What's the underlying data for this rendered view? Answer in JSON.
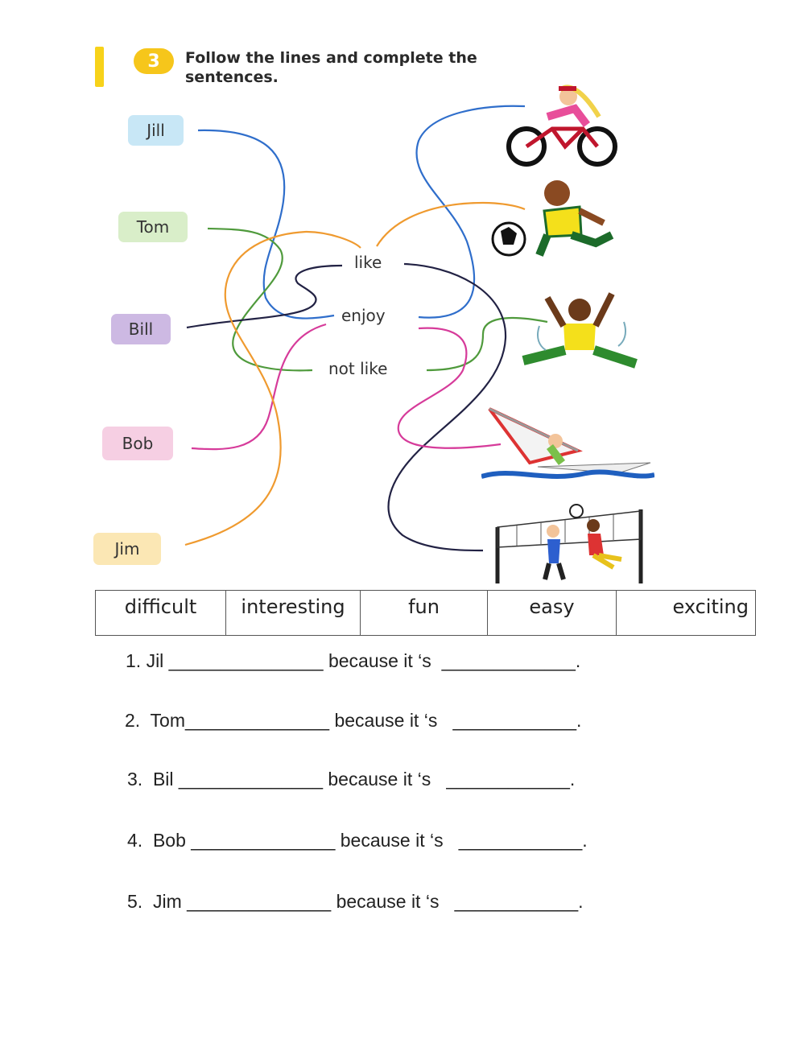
{
  "exercise": {
    "number": "3",
    "title": "Follow the lines and complete the sentences."
  },
  "names": [
    "Jill",
    "Tom",
    "Bill",
    "Bob",
    "Jim"
  ],
  "verbs": [
    "like",
    "enjoy",
    "not like"
  ],
  "pictures": [
    "girl-cycling",
    "boy-playing-football",
    "boy-jumping",
    "child-windsurfing",
    "children-playing-volleyball"
  ],
  "word_bank": [
    "difficult",
    "interesting",
    "fun",
    "easy",
    "exciting"
  ],
  "sentences": [
    "1. Jil _______________ because it ‘s  _____________.",
    "2.  Tom______________ because it ‘s   ____________.",
    "3.  Bil ______________ because it ‘s   ____________.",
    "4.  Bob ______________ because it ‘s   ____________.",
    "5.  Jim ______________ because it ‘s   ____________."
  ],
  "colors": {
    "jill_line": "#2f6ecb",
    "tom_line": "#4f9a3c",
    "bill_line": "#222244",
    "bob_line": "#d63b9a",
    "jim_line": "#ef9a2f",
    "badge": "#f6c61b"
  }
}
